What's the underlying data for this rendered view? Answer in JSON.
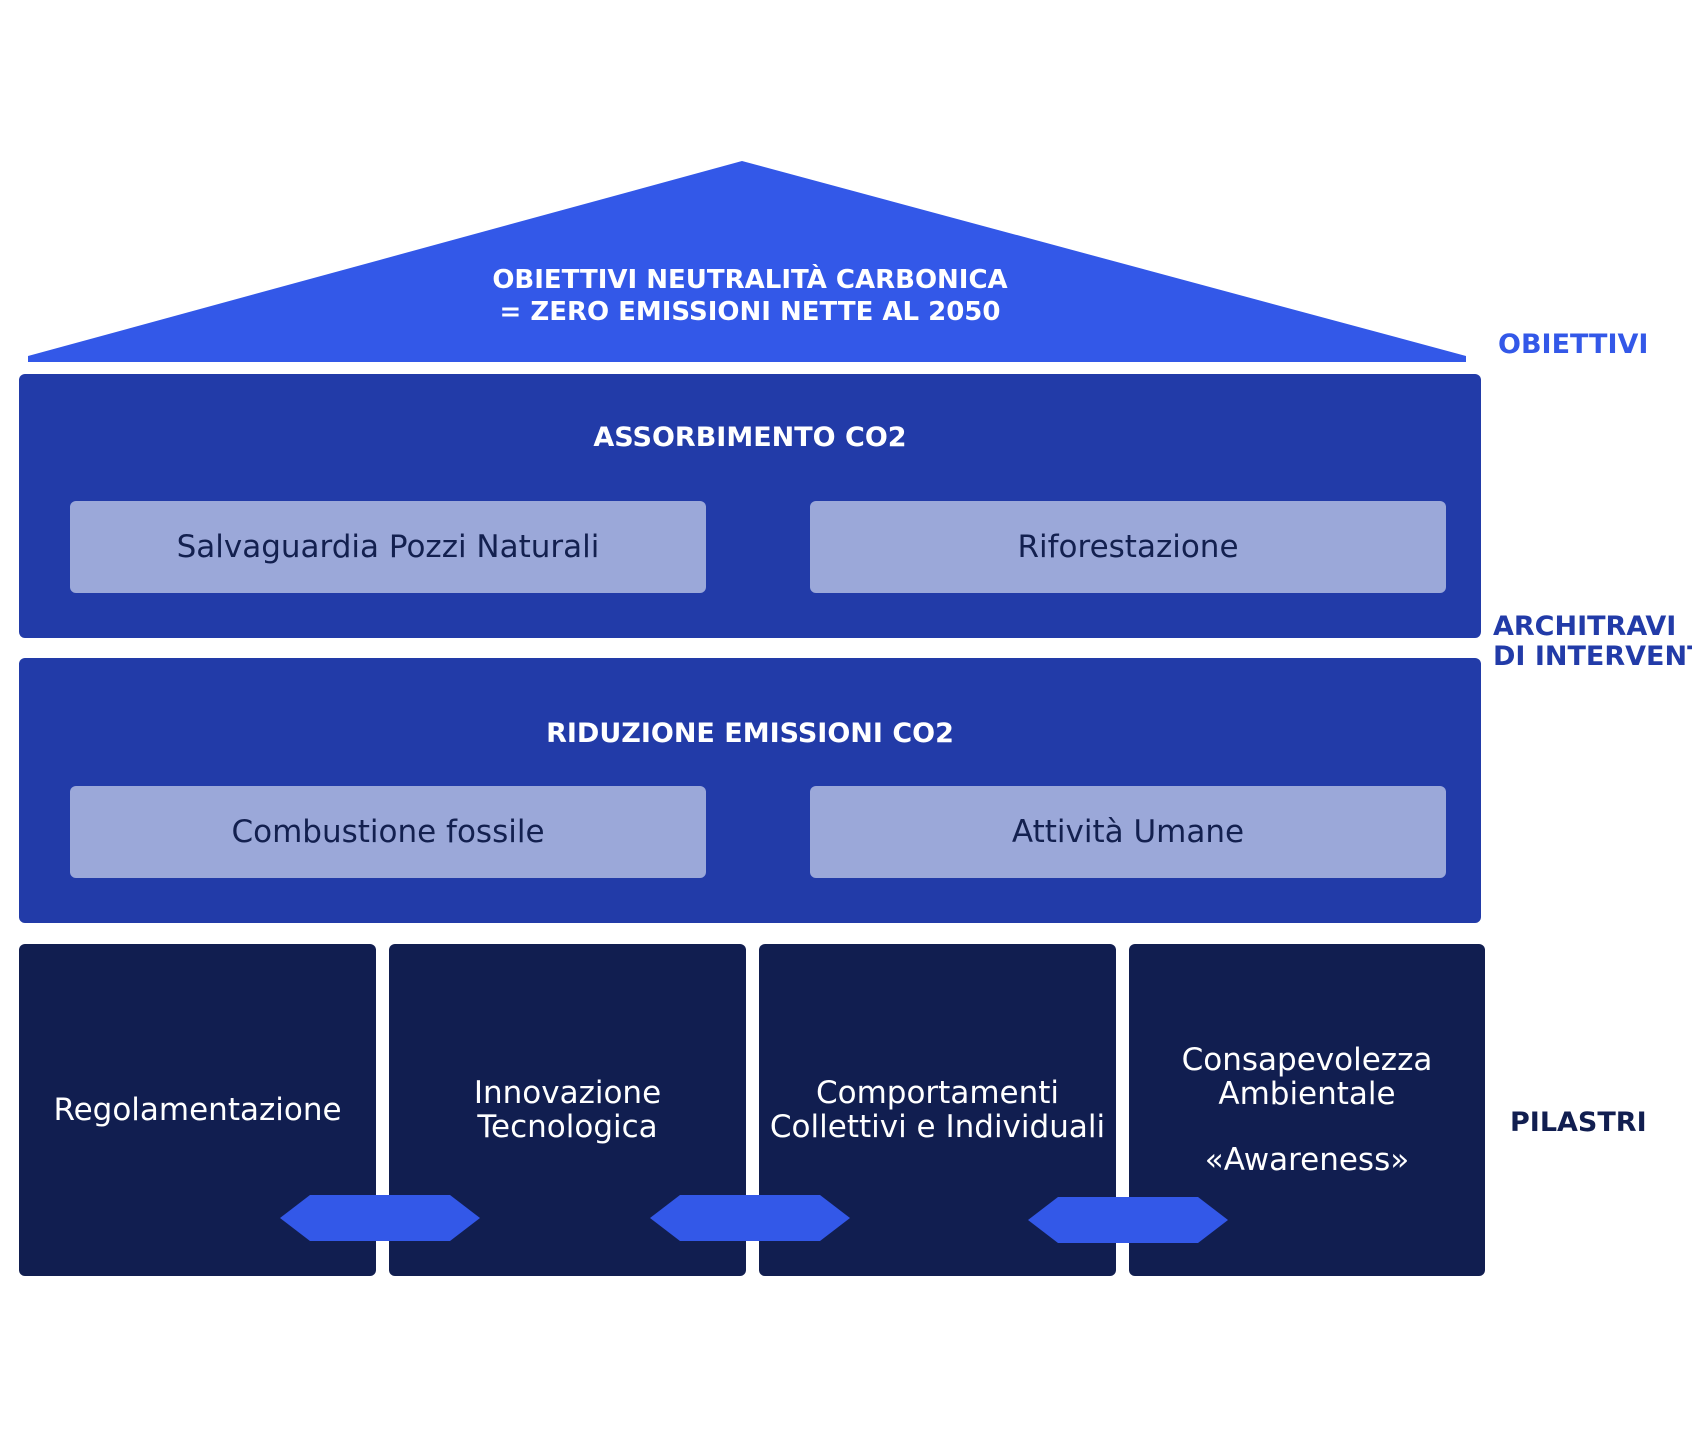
{
  "colors": {
    "roof": "#3358E8",
    "band": "#223BA8",
    "sub_box": "#9BA8D9",
    "pillar": "#111E50",
    "connector": "#3358E8",
    "label_bright": "#3358E8",
    "label_mid": "#223BA8",
    "label_dark": "#111E50"
  },
  "roof": {
    "line1": "OBIETTIVI NEUTRALITÀ CARBONICA",
    "line2": "= ZERO EMISSIONI NETTE AL 2050"
  },
  "bands": [
    {
      "title": "ASSORBIMENTO CO2",
      "items": [
        "Salvaguardia Pozzi Naturali",
        "Riforestazione"
      ]
    },
    {
      "title": "RIDUZIONE EMISSIONI CO2",
      "items": [
        "Combustione fossile",
        "Attività Umane"
      ]
    }
  ],
  "pillars": [
    {
      "lines": [
        "Regolamentazione"
      ]
    },
    {
      "lines": [
        "Innovazione",
        "Tecnologica"
      ]
    },
    {
      "lines": [
        "Comportamenti",
        "Collettivi e Individuali"
      ]
    },
    {
      "lines": [
        "Consapevolezza",
        "Ambientale",
        "«Awareness»"
      ]
    }
  ],
  "side_labels": {
    "objectives": "OBIETTIVI",
    "architraves_line1": "ARCHITRAVI",
    "architraves_line2": "DI INTERVENTO",
    "pillars": "PILASTRI"
  },
  "connector_icon": "double-arrow-connector"
}
